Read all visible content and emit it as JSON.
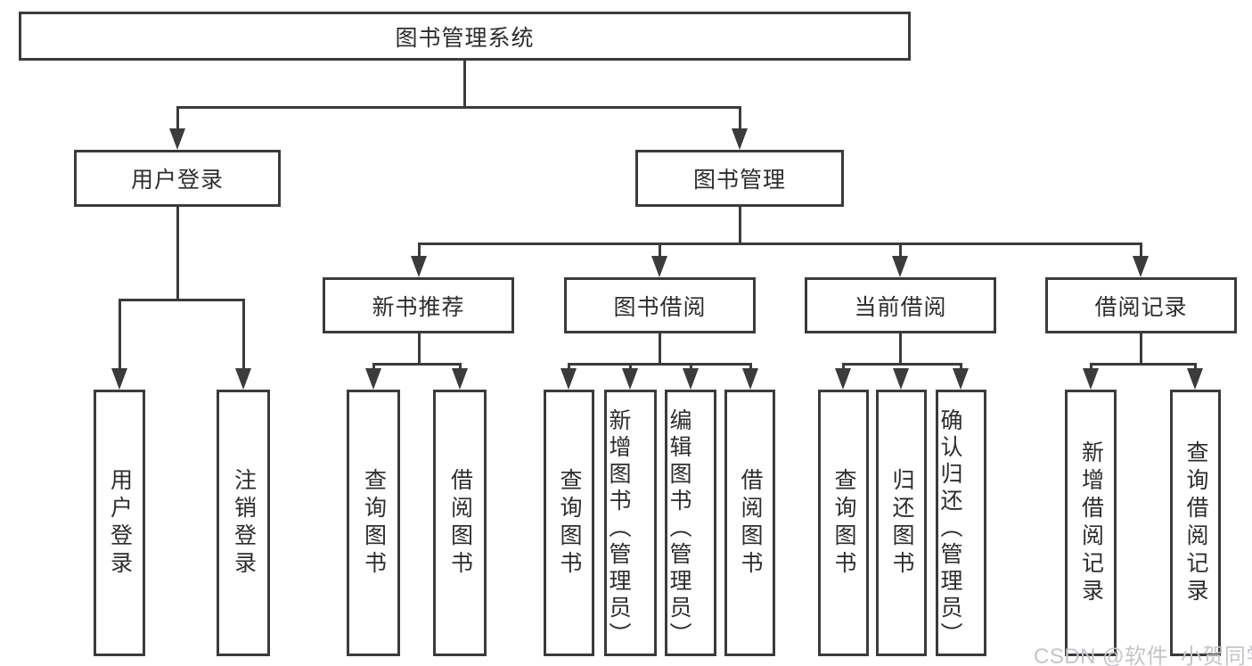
{
  "diagram": {
    "title": "图书管理系统",
    "root": {
      "label": "图书管理系统"
    },
    "level2": [
      {
        "label": "用户登录",
        "children": [
          "用户登录",
          "注销登录"
        ]
      },
      {
        "label": "图书管理",
        "children": [
          {
            "label": "新书推荐",
            "children": [
              "查询图书",
              "借阅图书"
            ]
          },
          {
            "label": "图书借阅",
            "children": [
              "查询图书",
              "新增图书（管理员）",
              "编辑图书（管理员）",
              "借阅图书"
            ]
          },
          {
            "label": "当前借阅",
            "children": [
              "查询图书",
              "归还图书",
              "确认归还（管理员）"
            ]
          },
          {
            "label": "借阅记录",
            "children": [
              "新增借阅记录",
              "查询借阅记录"
            ]
          }
        ]
      }
    ]
  },
  "watermark": {
    "text": "CSDN @软件_小贺同学"
  },
  "colors": {
    "line": "#3b3b3b",
    "text": "#2d2d2d",
    "background": "#ffffff",
    "watermark": "#c6c4c9"
  }
}
